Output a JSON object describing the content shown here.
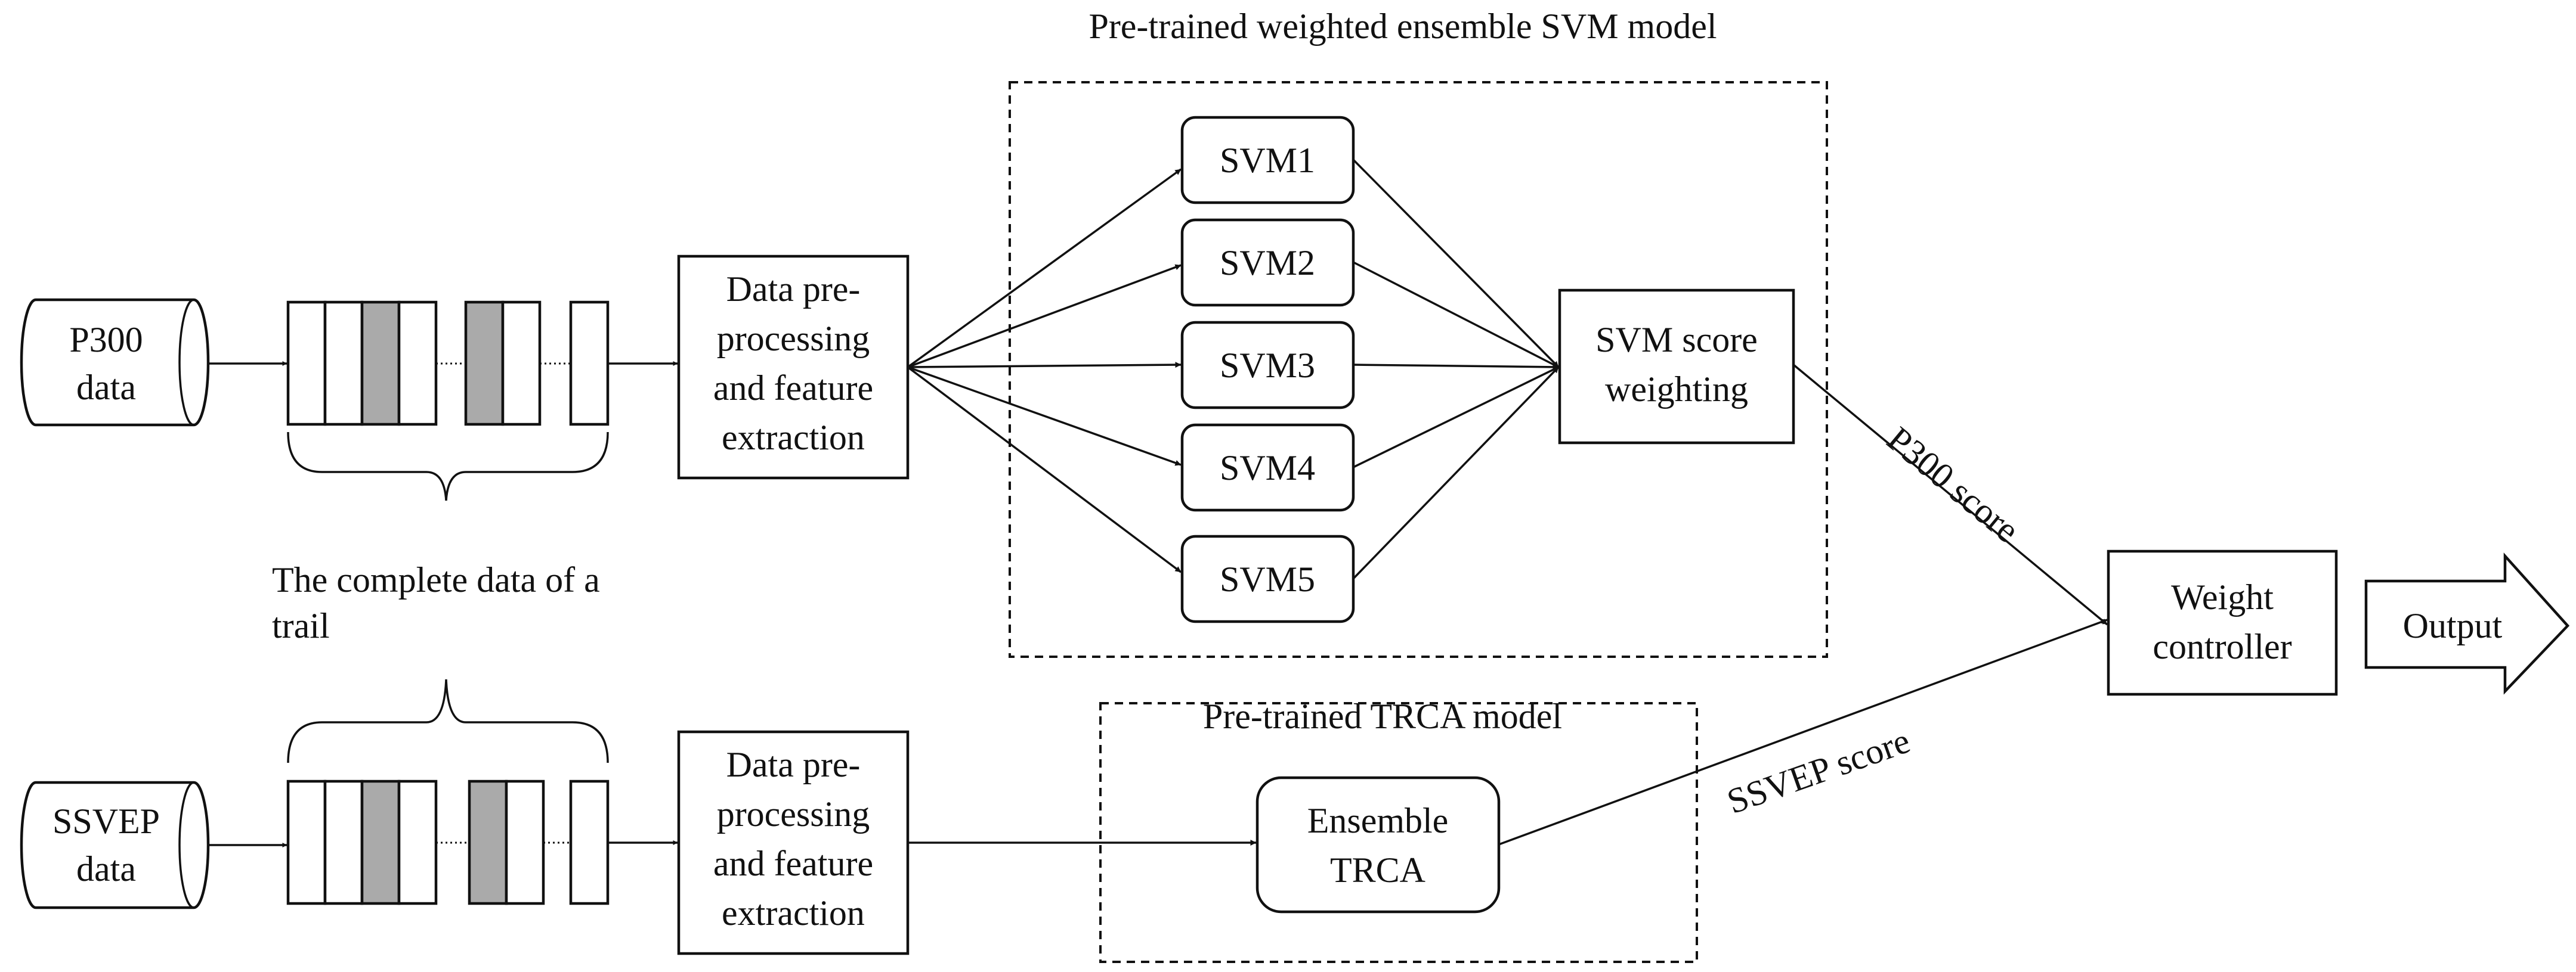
{
  "svm_model": {
    "title": "Pre-trained weighted ensemble SVM model",
    "svms": [
      "SVM1",
      "SVM2",
      "SVM3",
      "SVM4",
      "SVM5"
    ],
    "weighting": [
      "SVM score",
      "weighting"
    ]
  },
  "trca_model": {
    "title": "Pre-trained TRCA model",
    "ensemble": [
      "Ensemble",
      "TRCA"
    ]
  },
  "inputs": {
    "p300": [
      "P300",
      "data"
    ],
    "ssvep": [
      "SSVEP",
      "data"
    ]
  },
  "preprocessing": [
    "Data pre-",
    "processing",
    "and feature",
    "extraction"
  ],
  "trail_label": [
    "The complete data of a",
    "trail"
  ],
  "scores": {
    "p300": "P300  score",
    "ssvep": "SSVEP score"
  },
  "weight_controller": [
    "Weight",
    "controller"
  ],
  "output": "Output"
}
